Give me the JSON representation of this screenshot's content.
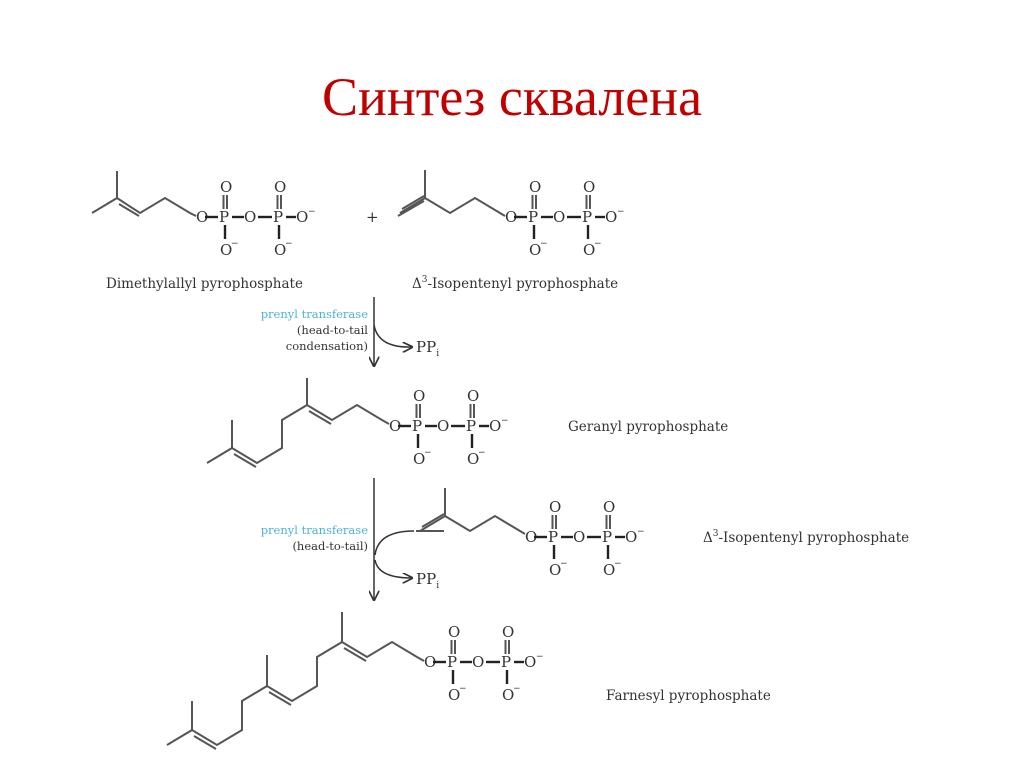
{
  "slide": {
    "title": "Синтез сквалена",
    "title_color": "#c00000"
  },
  "reactants": {
    "dmapp": {
      "name": "Dimethylallyl pyrophosphate"
    },
    "plus": "+",
    "ipp": {
      "name": "Δ³-Isopentenyl pyrophosphate",
      "delta": "Δ",
      "sup": "3",
      "rest": "-Isopentenyl pyrophosphate"
    }
  },
  "step1": {
    "enzyme": "prenyl transferase",
    "condition_line1": "(head-to-tail",
    "condition_line2": "condensation)",
    "byproduct": "PP",
    "byproduct_sub": "i"
  },
  "intermediate": {
    "name": "Geranyl pyrophosphate"
  },
  "step2": {
    "enzyme": "prenyl transferase",
    "condition_line1": "(head-to-tail)",
    "byproduct": "PP",
    "byproduct_sub": "i",
    "cosubstrate": {
      "delta": "Δ",
      "sup": "3",
      "rest": "-Isopentenyl pyrophosphate"
    }
  },
  "product": {
    "name": "Farnesyl pyrophosphate"
  },
  "pyrophosphate": {
    "O": "O",
    "P": "P",
    "Ominus": "O",
    "minus": "−"
  },
  "colors": {
    "enzyme": "#4cb3d9",
    "text": "#333333",
    "bond": "#555555"
  }
}
